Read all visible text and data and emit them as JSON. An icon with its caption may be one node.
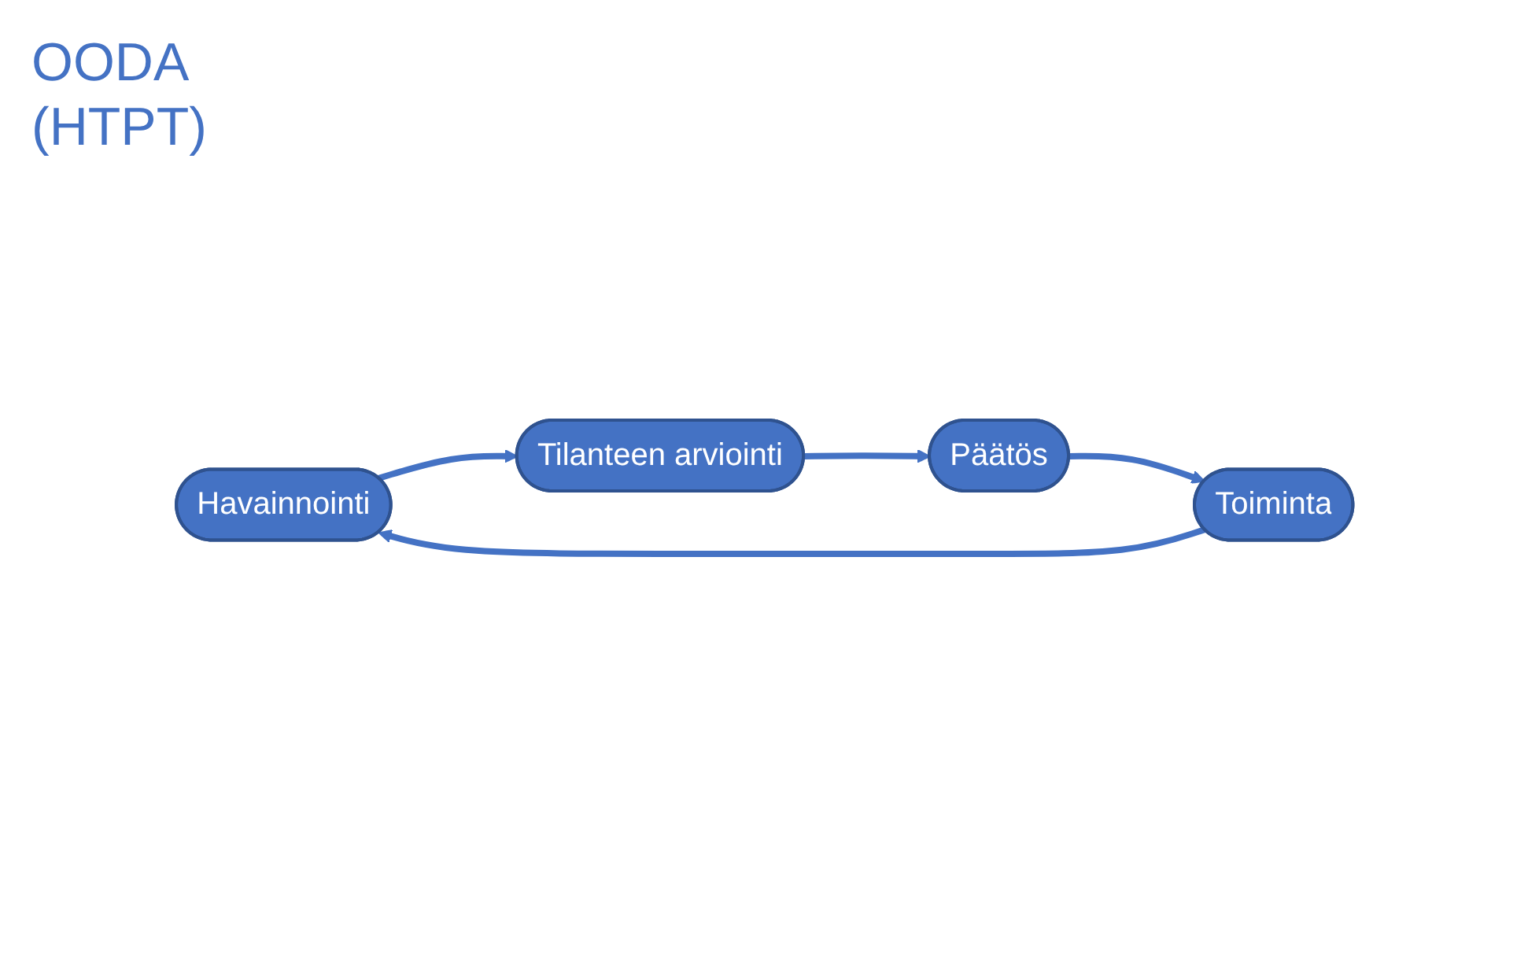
{
  "diagram": {
    "nodes": [
      {
        "text": [
          "Havainnointi"
        ]
      },
      {
        "text": [
          "Tilanteen arviointi"
        ]
      },
      {
        "text": [
          "Päätös"
        ]
      },
      {
        "text": [
          "Toiminta"
        ]
      }
    ],
    "edges": [
      {
        "from": 0,
        "to": 1,
        "arrow": "to"
      },
      {
        "from": 1,
        "to": 2,
        "arrow": "to"
      },
      {
        "from": 2,
        "to": 3,
        "arrow": "to"
      },
      {
        "from": 3,
        "to": 0,
        "arrow": "to"
      }
    ],
    "labels": [
      "OODA (HTPT)"
    ]
  }
}
